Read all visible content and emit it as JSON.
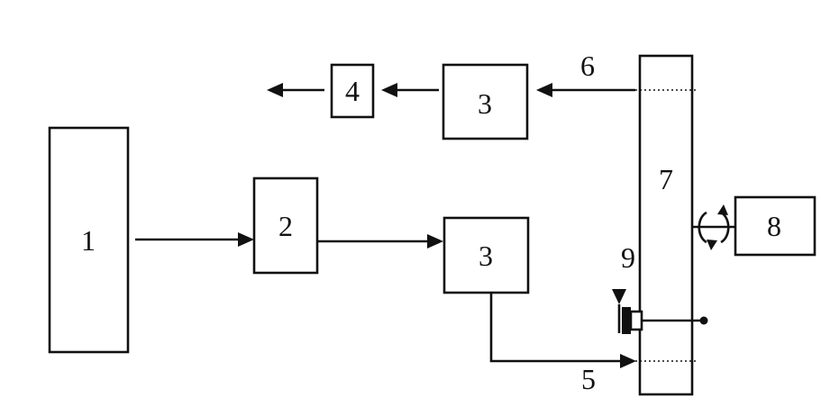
{
  "labels": {
    "block1": "1",
    "block2": "2",
    "block3_top": "3",
    "block3_bottom": "3",
    "block4": "4",
    "flow5": "5",
    "flow6": "6",
    "column7": "7",
    "block8": "8",
    "item9": "9"
  },
  "colors": {
    "stroke": "#111111",
    "background": "#ffffff"
  }
}
